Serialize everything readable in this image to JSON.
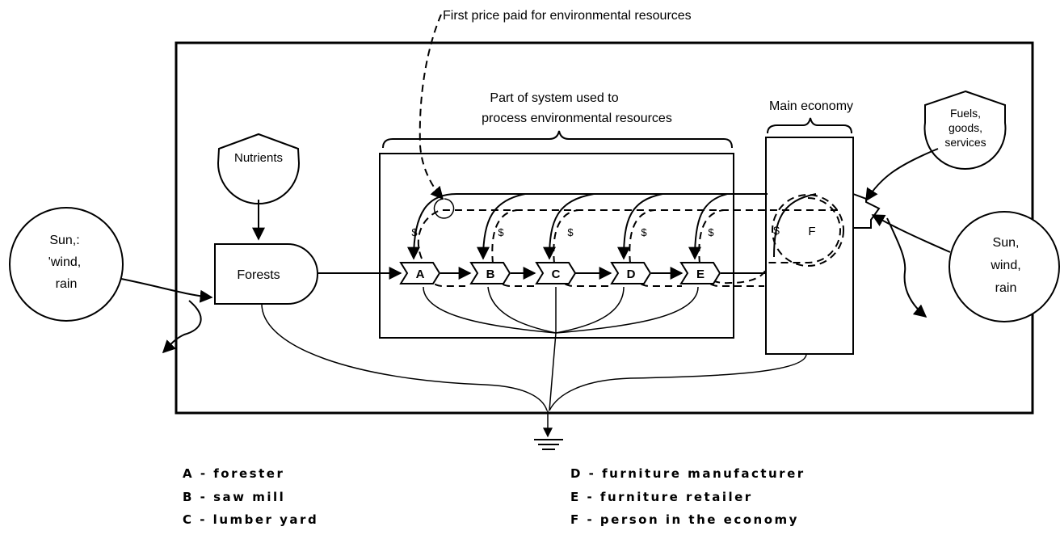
{
  "annotations": {
    "first_price": "First price paid for environmental resources",
    "process_part_line1": "Part of system used to",
    "process_part_line2": "process environmental resources",
    "main_economy": "Main economy"
  },
  "sources": {
    "left": [
      "Sun,:",
      "'wind,",
      "rain"
    ],
    "right": [
      "Sun,",
      "wind,",
      "rain"
    ],
    "nutrients": "Nutrients",
    "fuels": [
      "Fuels,",
      "goods,",
      "services"
    ]
  },
  "storage": {
    "forests": "Forests"
  },
  "nodes": [
    "A",
    "B",
    "C",
    "D",
    "E"
  ],
  "economy_node": "F",
  "money_symbol": "$",
  "legend": [
    "A - forester",
    "B - saw mill",
    "C - lumber yard",
    "D - furniture manufacturer",
    "E - furniture retailer",
    "F - person in the economy"
  ]
}
